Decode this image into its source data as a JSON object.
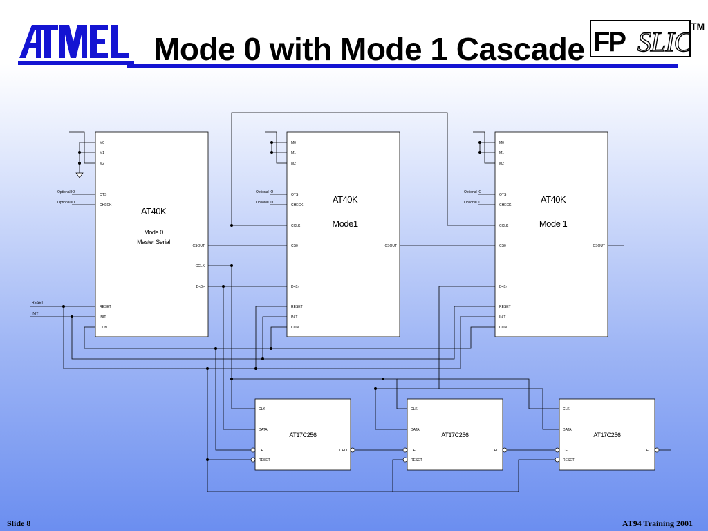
{
  "header": {
    "logo_text": "ATMEL",
    "title": "Mode 0 with Mode 1 Cascade",
    "product_logo_text": "FPSLIC",
    "trademark": "TM"
  },
  "footer": {
    "slide_label": "Slide 8",
    "course_label": "AT94 Training 2001"
  },
  "diagram": {
    "fpga_master": {
      "name": "AT40K",
      "mode_line1": "Mode 0",
      "mode_line2": "Master Serial",
      "pins_left": [
        "M0",
        "M1",
        "M2",
        "OTS",
        "CHECK",
        "RESET",
        "INIT",
        "CON"
      ],
      "pins_right": [
        "CSOUT",
        "CCLK",
        "D<0>"
      ]
    },
    "fpga_slave1": {
      "name": "AT40K",
      "mode": "Mode1",
      "pins_left": [
        "M0",
        "M1",
        "M2",
        "OTS",
        "CHECK",
        "CCLK",
        "CS0",
        "D<0>",
        "RESET",
        "INIT",
        "CON"
      ],
      "pins_right": [
        "CSOUT"
      ]
    },
    "fpga_slave2": {
      "name": "AT40K",
      "mode": "Mode 1",
      "pins_left": [
        "M0",
        "M1",
        "M2",
        "OTS",
        "CHECK",
        "CCLK",
        "CS0",
        "D<0>",
        "RESET",
        "INIT",
        "CON"
      ],
      "pins_right": [
        "CSOUT"
      ]
    },
    "optional_io_label": "Optional IO",
    "external_inputs": [
      "RESET",
      "INIT"
    ],
    "eeproms": [
      {
        "name": "AT17C256",
        "pins_left": [
          "CLK",
          "DATA",
          "CE",
          "RESET"
        ],
        "pin_right": "CEO"
      },
      {
        "name": "AT17C256",
        "pins_left": [
          "CLK",
          "DATA",
          "CE",
          "RESET"
        ],
        "pin_right": "CEO"
      },
      {
        "name": "AT17C256",
        "pins_left": [
          "CLK",
          "DATA",
          "CE",
          "RESET"
        ],
        "pin_right": "CEO"
      }
    ]
  }
}
